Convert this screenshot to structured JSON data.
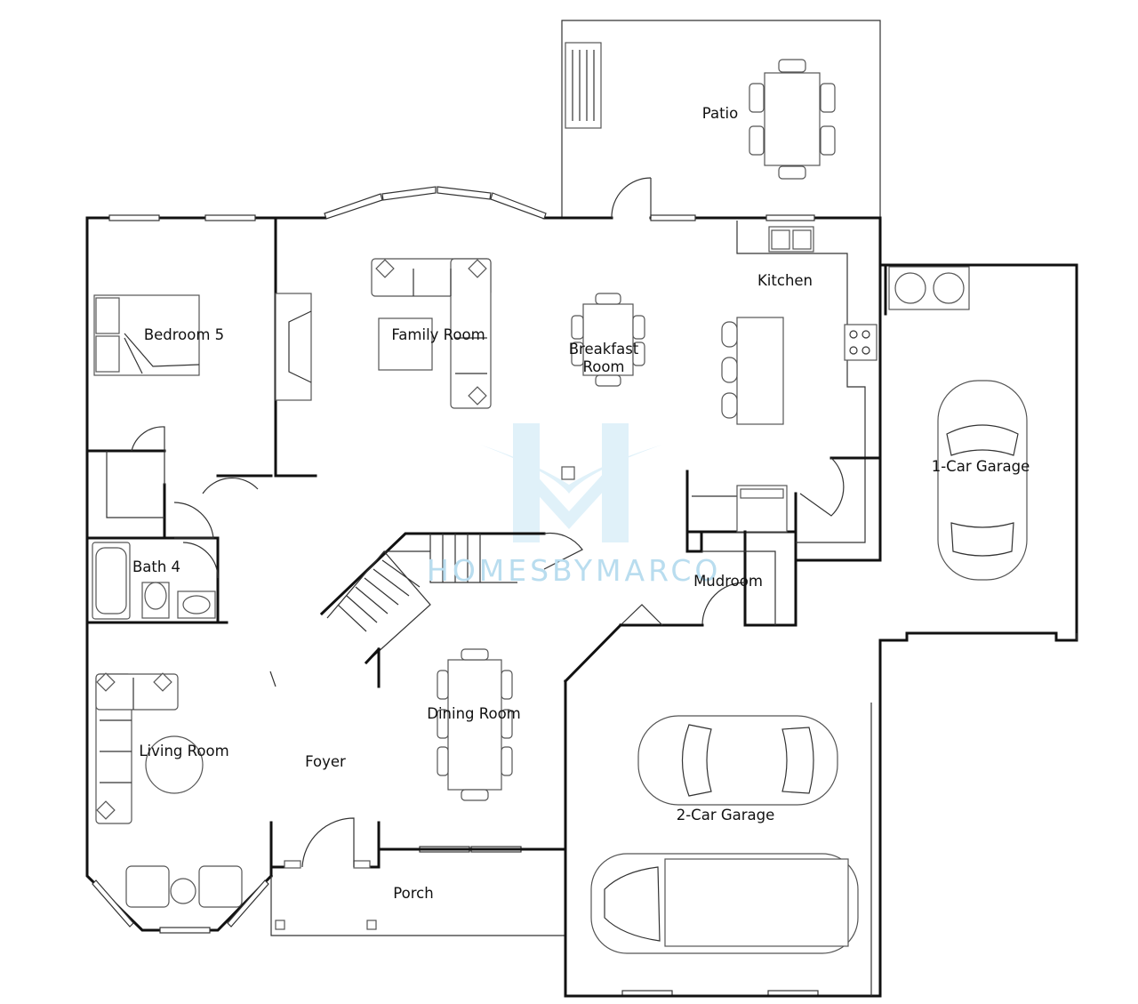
{
  "rooms": {
    "patio": "Patio",
    "kitchen": "Kitchen",
    "family_room": "Family Room",
    "breakfast_room_line1": "Breakfast",
    "breakfast_room_line2": "Room",
    "bedroom5": "Bedroom 5",
    "one_car_garage": "1-Car Garage",
    "bath4": "Bath 4",
    "mudroom": "Mudroom",
    "dining_room": "Dining Room",
    "living_room": "Living Room",
    "foyer": "Foyer",
    "two_car_garage": "2-Car Garage",
    "porch": "Porch"
  },
  "watermark": {
    "text": "HOMESBYMARCO",
    "color": "#b9ddef"
  }
}
